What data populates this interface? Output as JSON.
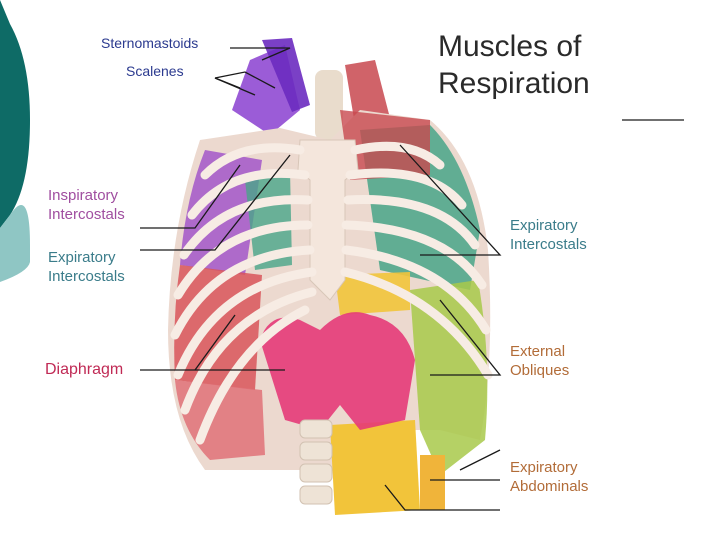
{
  "title": {
    "line1": "Muscles of",
    "line2": "Respiration"
  },
  "labels": {
    "sternomastoids": "Sternomastoids",
    "scalenes": "Scalenes",
    "inspiratory_intercostals": {
      "line1": "Inspiratory",
      "line2": "Intercostals"
    },
    "expiratory_intercostals_left": {
      "line1": "Expiratory",
      "line2": "Intercostals"
    },
    "diaphragm": "Diaphragm",
    "expiratory_intercostals_right": {
      "line1": "Expiratory",
      "line2": "Intercostals"
    },
    "external_obliques": {
      "line1": "External",
      "line2": "Obliques"
    },
    "expiratory_abdominals": {
      "line1": "Expiratory",
      "line2": "Abdominals"
    }
  },
  "colors": {
    "slide_accent_dark": "#0e6b66",
    "slide_accent_light": "#8fc6c4",
    "ribs": "#f4e6dc",
    "intercostal_red": "#d9555b",
    "scalene_purple": "#8a3fd0",
    "expiratory_green": "#49a588",
    "diaphragm_pink": "#e63a78",
    "oblique_green": "#a8c94a",
    "abdominal_yellow": "#f2c43a",
    "leader_line": "#1a1a1a"
  }
}
